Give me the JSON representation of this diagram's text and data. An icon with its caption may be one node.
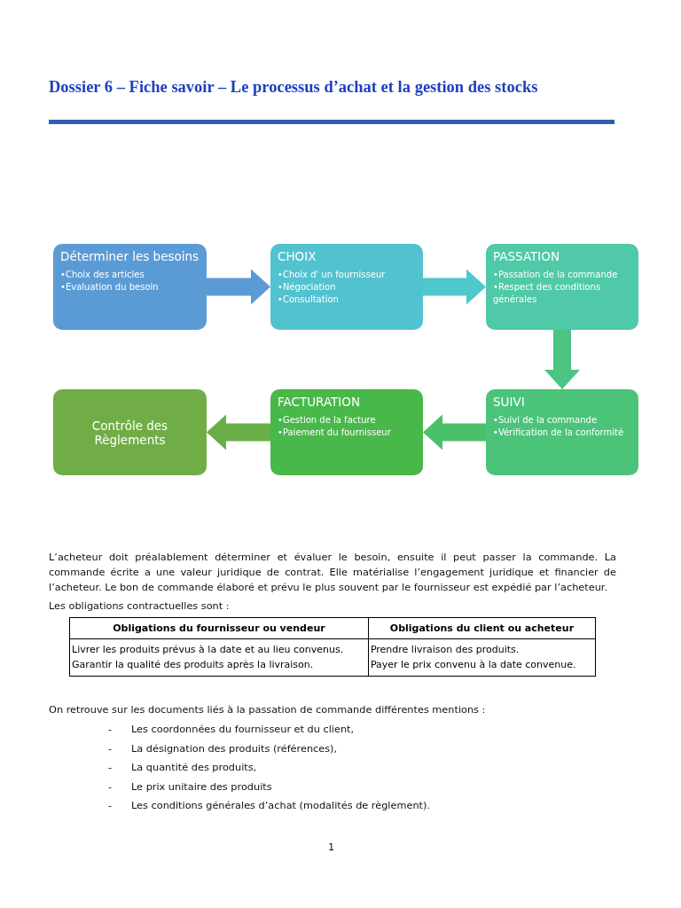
{
  "diagram": {
    "title": "Dossier 6 – Fiche savoir – Le processus d’achat et la gestion des stocks",
    "nodes": [
      {
        "text": [
          "Déterminer les besoins",
          "•Choix des articles",
          "•Evaluation du besoin"
        ]
      },
      {
        "text": [
          "CHOIX",
          "•Choix d' un fournisseur",
          "•Négociation",
          "•Consultation"
        ]
      },
      {
        "text": [
          "PASSATION",
          "•Passation de la commande",
          "•Respect des conditions générales"
        ]
      },
      {
        "text": [
          "SUIVI",
          "•Suivi de la commande",
          "•Vérification de la conformité"
        ]
      },
      {
        "text": [
          "FACTURATION",
          "•Gestion de la facture",
          "•Paiement du fournisseur"
        ]
      },
      {
        "text": [
          "Contrôle des Règlements"
        ]
      }
    ],
    "edges": [
      {
        "from": 0,
        "to": 1,
        "arrow": "to",
        "style": "thick",
        "color": "#5b9bd5"
      },
      {
        "from": 1,
        "to": 2,
        "arrow": "to",
        "style": "thick",
        "color": "#4fc8cc"
      },
      {
        "from": 2,
        "to": 3,
        "arrow": "to",
        "style": "thick",
        "color": "#4cc484"
      },
      {
        "from": 3,
        "to": 4,
        "arrow": "to",
        "style": "thick",
        "color": "#4ac06a"
      },
      {
        "from": 4,
        "to": 5,
        "arrow": "to",
        "style": "thick",
        "color": "#6aae48"
      }
    ],
    "labels": [
      "L’acheteur doit préalablement déterminer et évaluer le besoin, ensuite il peut passer la commande. La commande écrite a une valeur juridique de contrat. Elle matérialise l’engagement juridique et financier de l’acheteur. Le bon de commande élaboré et prévu le plus souvent par le fournisseur est expédié par l’acheteur.",
      "Les obligations contractuelles sont :",
      "Obligations du fournisseur ou vendeur",
      "Obligations du client ou acheteur",
      "Livrer les produits prévus à la date et au lieu convenus.",
      "Prendre livraison des produits.",
      "Garantir la qualité des produits après la livraison.",
      "Payer le prix convenu à la date convenue.",
      "On retrouve sur les documents liés à la passation de commande différentes mentions :",
      "-",
      "Les coordonnées du fournisseur et du client,",
      "-",
      "La désignation des produits (références),",
      "-",
      "La quantité des produits,",
      "-",
      "Le prix unitaire des produits",
      "-",
      "Les conditions générales d’achat (modalités de règlement).",
      "1"
    ]
  }
}
